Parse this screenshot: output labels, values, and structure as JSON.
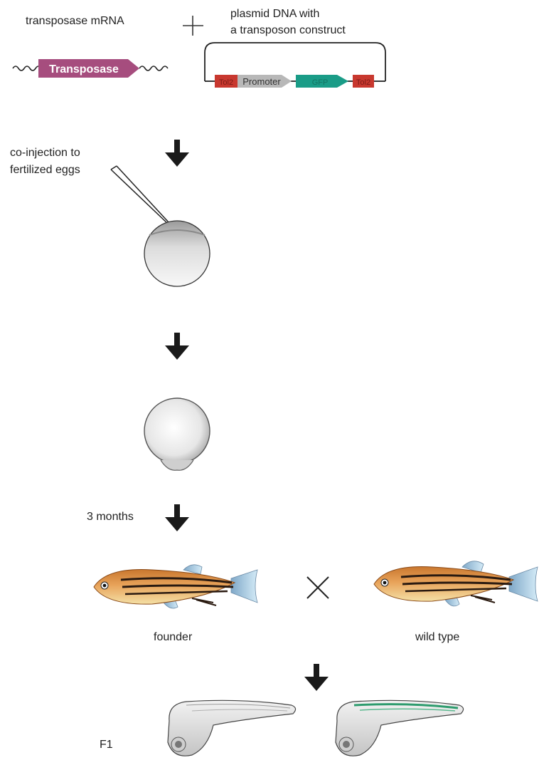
{
  "labels": {
    "mrna": "transposase mRNA",
    "plasmid_line1": "plasmid DNA with",
    "plasmid_line2": "a transposon construct",
    "injection_line1": "co-injection to",
    "injection_line2": "fertilized eggs",
    "months": "3 months",
    "founder": "founder",
    "wild_type": "wild type",
    "f1": "F1"
  },
  "construct": {
    "transposase": "Transposase",
    "promoter": "Promoter",
    "left_element": "Tol2",
    "gfp": "GFP",
    "right_element": "Tol2"
  },
  "colors": {
    "transposase": "#a64d7e",
    "tol2": "#c8382f",
    "promoter": "#b8b8b8",
    "gfp": "#1a9c87",
    "arrow": "#1a1a1a",
    "fish_body": "#e8a35a",
    "fish_fin": "#a8d0e8",
    "embryo_gfp": "#2e9c6e"
  },
  "icons": [
    "plus-icon",
    "down-arrow-icon",
    "cross-icon",
    "needle-icon",
    "egg-icon",
    "embryo-icon",
    "fish-icon",
    "larva-icon"
  ]
}
